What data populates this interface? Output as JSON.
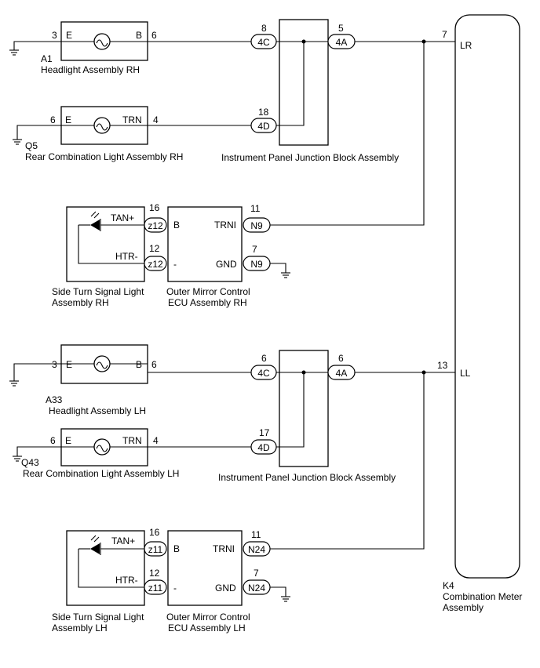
{
  "headlight_rh": {
    "ref": "A1",
    "name": "Headlight Assembly RH",
    "pin_left": "3",
    "pin_right": "6",
    "term_left": "E",
    "term_right": "B"
  },
  "rear_rh": {
    "ref": "Q5",
    "name": "Rear Combination Light Assembly RH",
    "pin_left": "6",
    "pin_right": "4",
    "term_left": "E",
    "term_right": "TRN"
  },
  "jb_rh": {
    "name": "Instrument Panel Junction Block Assembly",
    "in1_pin": "8",
    "in1_conn": "4C",
    "in2_pin": "18",
    "in2_conn": "4D",
    "out_pin": "5",
    "out_conn": "4A"
  },
  "side_rh": {
    "name1": "Side Turn Signal Light",
    "name2": "Assembly RH",
    "tan": "TAN+",
    "htr": "HTR-",
    "pin_tan": "16",
    "pin_htr": "12",
    "conn": "z12"
  },
  "ecu_rh": {
    "name1": "Outer Mirror Control",
    "name2": "ECU Assembly RH",
    "term_b": "B",
    "term_minus": "-",
    "term_trni": "TRNI",
    "term_gnd": "GND",
    "pin_trni": "11",
    "pin_gnd": "7",
    "conn": "N9"
  },
  "headlight_lh": {
    "ref": "A33",
    "name": "Headlight Assembly LH",
    "pin_left": "3",
    "pin_right": "6",
    "term_left": "E",
    "term_right": "B"
  },
  "rear_lh": {
    "ref": "Q43",
    "name": "Rear Combination Light Assembly LH",
    "pin_left": "6",
    "pin_right": "4",
    "term_left": "E",
    "term_right": "TRN"
  },
  "jb_lh": {
    "name": "Instrument Panel Junction Block Assembly",
    "in1_pin": "6",
    "in1_conn": "4C",
    "in2_pin": "17",
    "in2_conn": "4D",
    "out_pin": "6",
    "out_conn": "4A"
  },
  "side_lh": {
    "name1": "Side Turn Signal Light",
    "name2": "Assembly LH",
    "tan": "TAN+",
    "htr": "HTR-",
    "pin_tan": "16",
    "pin_htr": "12",
    "conn": "z11"
  },
  "ecu_lh": {
    "name1": "Outer Mirror Control",
    "name2": "ECU Assembly LH",
    "term_b": "B",
    "term_minus": "-",
    "term_trni": "TRNI",
    "term_gnd": "GND",
    "pin_trni": "11",
    "pin_gnd": "7",
    "conn": "N24"
  },
  "meter": {
    "ref": "K4",
    "name1": "Combination Meter",
    "name2": "Assembly",
    "pin_lr": "7",
    "term_lr": "LR",
    "pin_ll": "13",
    "term_ll": "LL"
  }
}
